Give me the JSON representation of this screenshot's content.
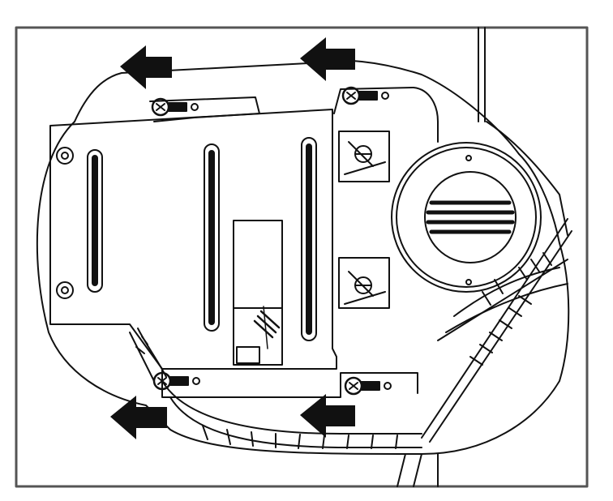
{
  "diagram": {
    "colors": {
      "background": "#ffffff",
      "ink": "#111111",
      "frame": "#555555",
      "hatch": "#2a2a2a"
    },
    "icons": {
      "arrow": "left-arrow-icon",
      "bolt": "bolt-icon",
      "clip": "retaining-clip-icon",
      "vent": "vent-grille-icon"
    },
    "arrows_count": 4,
    "bolts_count": 4,
    "clips_count": 2
  }
}
